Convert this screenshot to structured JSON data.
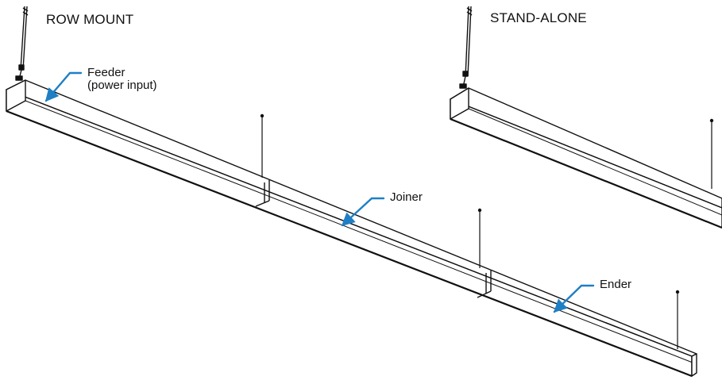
{
  "diagram": {
    "headings": {
      "row_mount": "ROW MOUNT",
      "stand_alone": "STAND-ALONE"
    },
    "callouts": {
      "feeder_line1": "Feeder",
      "feeder_line2": "(power input)",
      "joiner": "Joiner",
      "ender": "Ender"
    },
    "colors": {
      "line": "#111111",
      "callout_arrow": "#1f7fc4",
      "background": "#ffffff"
    }
  }
}
